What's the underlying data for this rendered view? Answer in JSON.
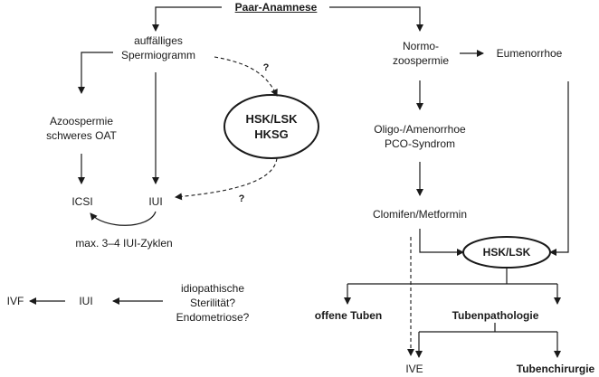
{
  "title": "Paar-Anamnese",
  "nodes": {
    "auffaelliges_1": "auffälliges",
    "auffaelliges_2": "Spermiogramm",
    "normo_1": "Normo-",
    "normo_2": "zoospermie",
    "eumenorrhoe": "Eumenorrhoe",
    "azoo_1": "Azoospermie",
    "azoo_2": "schweres OAT",
    "hsk_hksg_1": "HSK/LSK",
    "hsk_hksg_2": "HKSG",
    "oligo_1": "Oligo-/Amenorrhoe",
    "oligo_2": "PCO-Syndrom",
    "icsi": "ICSI",
    "iui_top": "IUI",
    "max_iui": "max. 3–4 IUI-Zyklen",
    "clomifen": "Clomifen/Metformin",
    "hsk_lsk": "HSK/LSK",
    "ivf": "IVF",
    "iui_bottom": "IUI",
    "idio_1": "idiopathische",
    "idio_2": "Sterilität?",
    "idio_3": "Endometriose?",
    "offene_tuben": "offene Tuben",
    "tubenpathologie": "Tubenpathologie",
    "ive": "IVE",
    "tubenchirurgie": "Tubenchirurgie",
    "question_1": "?",
    "question_2": "?"
  }
}
